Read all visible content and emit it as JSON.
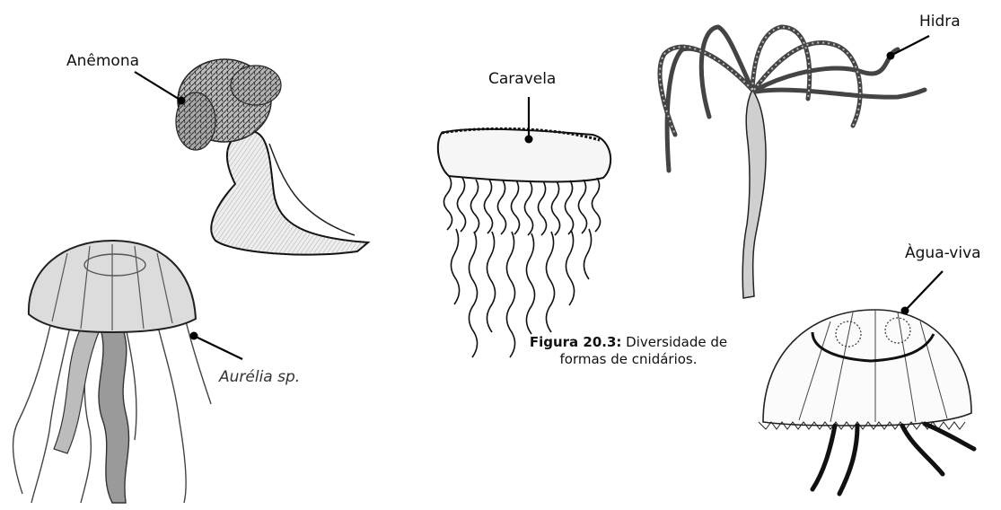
{
  "labels": {
    "anemona": "Anêmona",
    "caravela": "Caravela",
    "hidra": "Hidra",
    "agua_viva": "Àgua-viva",
    "aurelia": "Aurélia sp."
  },
  "caption": {
    "prefix": "Figura 20.3:",
    "line1_rest": " Diversidade de",
    "line2": "formas de cnidários."
  },
  "colors": {
    "ink": "#111111",
    "shade": "#8a8a8a",
    "light": "#cfcfcf"
  }
}
